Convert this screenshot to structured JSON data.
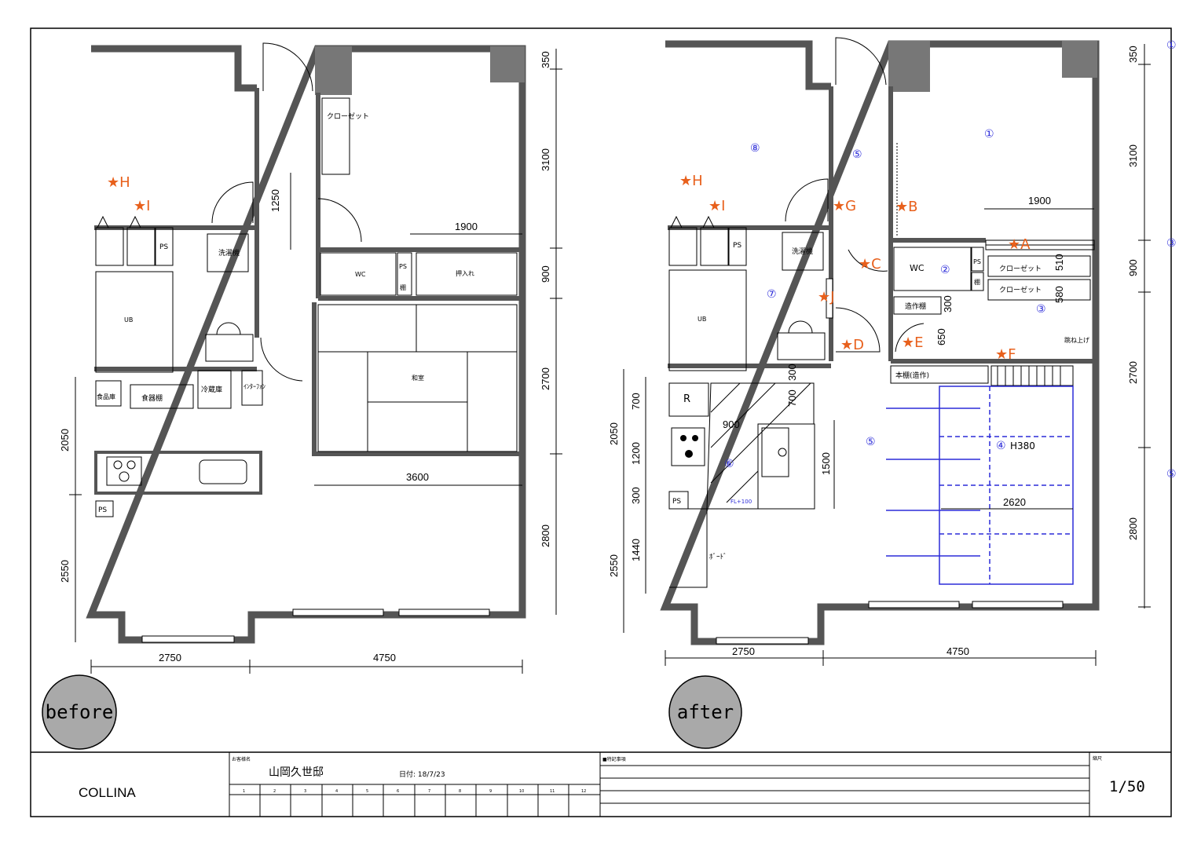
{
  "badges": {
    "before": "before",
    "after": "after"
  },
  "titleblock": {
    "company": "COLLINA",
    "project_label": "お客様名",
    "project_name": "山岡久世邸",
    "date": "日付: 18/7/23",
    "notes_label": "■特記事項",
    "scale_label": "縮尺",
    "scale": "1/50",
    "revision_numbers": [
      "1",
      "2",
      "3",
      "4",
      "5",
      "6",
      "7",
      "8",
      "9",
      "10",
      "11",
      "12"
    ]
  },
  "before": {
    "rooms": {
      "closet": "クローゼット",
      "ps": "PS",
      "washer": "洗濯機",
      "wc": "WC",
      "pantry_ps": "PS",
      "pantry_box": "棚",
      "oshiire": "押入れ",
      "ub": "UB",
      "washitsu": "和室",
      "food_storage": "食品庫",
      "dish_shelf": "食器棚",
      "fridge": "冷蔵庫",
      "intercom": "ｲﾝﾀｰﾌｫﾝ",
      "ps2": "PS"
    },
    "stars": {
      "h": "★H",
      "i": "★I"
    },
    "dims": {
      "d1250": "1250",
      "d1900": "1900",
      "d3600": "3600",
      "d2750": "2750",
      "d4750": "4750",
      "d2050": "2050",
      "d2550": "2550",
      "d350": "350",
      "d3100": "3100",
      "d900": "900",
      "d2700": "2700",
      "d2800": "2800"
    }
  },
  "after": {
    "rooms": {
      "ps": "PS",
      "washer": "洗濯機",
      "ub": "UB",
      "wc": "WC",
      "wc_ps": "PS",
      "wc_box": "棚",
      "closet1": "クローゼット",
      "closet2": "クローゼット",
      "builtin_shelf": "造作棚",
      "bookshelf": "本棚(造作)",
      "kotatsu": "跳ね上げ",
      "r": "R",
      "ps2": "PS",
      "board": "ﾎﾞｰﾄﾞ",
      "fl": "FL+100",
      "h380": "H380"
    },
    "circles": {
      "c1": "①",
      "c2": "②",
      "c3": "③",
      "c4": "④",
      "c5a": "⑤",
      "c5b": "⑤",
      "c6": "⑥",
      "c7": "⑦",
      "c8": "⑧"
    },
    "stars": {
      "h": "★H",
      "i": "★I",
      "g": "★G",
      "b": "★B",
      "a": "★A",
      "c": "★C",
      "j": "★J",
      "d": "★D",
      "e": "★E",
      "f": "★F"
    },
    "dims": {
      "d1900": "1900",
      "d510": "510",
      "d580": "580",
      "d300a": "300",
      "d650": "650",
      "d300b": "300",
      "d700a": "700",
      "d700b": "700",
      "d900": "900",
      "d1500": "1500",
      "d1200": "1200",
      "d300c": "300",
      "d1440": "1440",
      "d2050": "2050",
      "d2550": "2550",
      "d2620": "2620",
      "d2750": "2750",
      "d4750": "4750",
      "d350": "350",
      "d3100": "3100",
      "d900r": "900",
      "d2700": "2700",
      "d2800": "2800"
    },
    "axis": {
      "a1": "①",
      "a3": "③",
      "a5": "⑤"
    }
  },
  "colors": {
    "star": "#e8601c",
    "annotation": "#2b2bd9",
    "wall": "#555555",
    "badge": "#a9a9a9"
  }
}
